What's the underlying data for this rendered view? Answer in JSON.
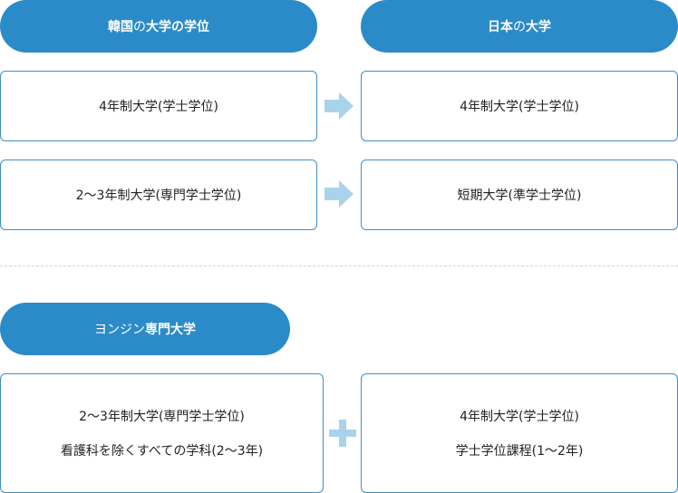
{
  "korea_header": {
    "prefix": "韓国",
    "middle": "の",
    "suffix": "大学の学位"
  },
  "japan_header": {
    "prefix": "日本",
    "middle": "の",
    "suffix": "大学"
  },
  "row1": {
    "korea": "4年制大学(学士学位)",
    "japan": "4年制大学(学士学位)"
  },
  "row2": {
    "korea": "2～3年制大学(専門学士学位)",
    "japan": "短期大学(準学士学位)"
  },
  "youngjin_header": {
    "prefix": "ヨンジン",
    "suffix": "専門大学"
  },
  "youngjin_left": {
    "line1": "2～3年制大学(専門学士学位)",
    "line2": "看護科を除くすべての学科(2～3年)"
  },
  "youngjin_right": {
    "line1": "4年制大学(学士学位)",
    "line2": "学士学位課程(1～2年)"
  },
  "colors": {
    "header_fill": "#2b8bc8",
    "box_border": "#3f8fc4",
    "arrow_fill": "#a9d3ea",
    "plus_fill": "#a9d3ea"
  }
}
